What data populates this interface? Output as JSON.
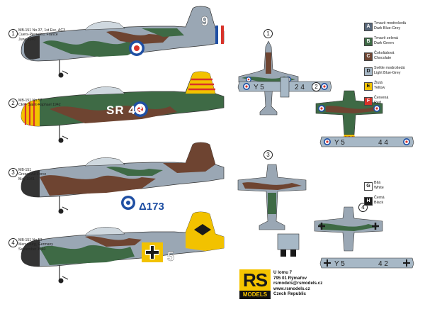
{
  "profiles": [
    {
      "num": "1",
      "lines": [
        "MB-151 No.37, 1st Esc. AC3",
        "Cuers-Pierrefeu, France",
        "June 1940"
      ],
      "code": "9"
    },
    {
      "num": "2",
      "lines": [
        "MB-151 No.57",
        "CEP- Saint-Raphael 1942"
      ],
      "code": "SR 43"
    },
    {
      "num": "3",
      "lines": [
        "MB-151",
        "Greece Air Force",
        "May 1941"
      ],
      "code": "Δ173"
    },
    {
      "num": "4",
      "lines": [
        "MB-151 No.53",
        "Merseburg, Germany",
        "September 1940"
      ],
      "code": "5"
    }
  ],
  "planforms": [
    {
      "num": "1",
      "codes": [
        "Y 5",
        "2 4"
      ]
    },
    {
      "num": "2",
      "codes": [
        "Y 5",
        "4 4"
      ]
    },
    {
      "num": "3",
      "codes": []
    },
    {
      "num": "4",
      "codes": [
        "Y 5",
        "4 2"
      ]
    }
  ],
  "legend": [
    {
      "key": "A",
      "color": "#59687a",
      "text_color": "#ffffff",
      "cz": "Tmavě modrošedá",
      "en": "Dark Blue-Grey"
    },
    {
      "key": "B",
      "color": "#3e6a45",
      "text_color": "#ffffff",
      "cz": "Tmavě zelená",
      "en": "Dark Green"
    },
    {
      "key": "C",
      "color": "#6e4431",
      "text_color": "#ffffff",
      "cz": "Čokoládová",
      "en": "Chocolate"
    },
    {
      "key": "D",
      "color": "#a7b8c6",
      "text_color": "#111111",
      "cz": "Světle modrošedá",
      "en": "Light Blue-Grey"
    },
    {
      "key": "E",
      "color": "#f2c200",
      "text_color": "#111111",
      "cz": "Žlutá",
      "en": "Yellow"
    },
    {
      "key": "F",
      "color": "#d8332a",
      "text_color": "#ffffff",
      "cz": "Červená",
      "en": "Red"
    }
  ],
  "legend_bw": [
    {
      "key": "G",
      "color": "#ffffff",
      "text_color": "#111111",
      "cz": "Bílá",
      "en": "White"
    },
    {
      "key": "H",
      "color": "#1a1a1a",
      "text_color": "#ffffff",
      "cz": "Černá",
      "en": "Black"
    }
  ],
  "brand": {
    "logo_top": "RS",
    "logo_bottom": "MODELS",
    "address": [
      "U lomu 7",
      "795 01 Rýmařov",
      "rsmodels@rsmodels.cz",
      "www.rsmodels.cz",
      "Czech Republic"
    ]
  },
  "colors": {
    "dark_green": "#3e6a45",
    "chocolate": "#6e4431",
    "blue_grey": "#59687a",
    "light_grey": "#a7b8c6",
    "roundel_blue": "#1f4fa3",
    "roundel_red": "#d8332a",
    "yellow": "#f2c200"
  }
}
